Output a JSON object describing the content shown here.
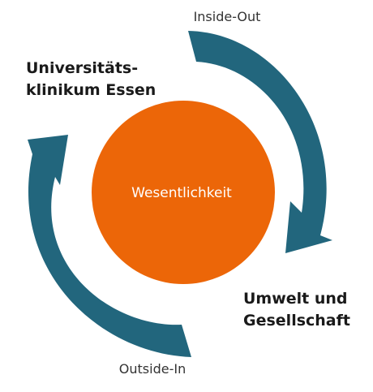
{
  "colors": {
    "arrow": "#22667d",
    "circle": "#ec6608",
    "center_text": "#ffffff",
    "text": "#1a1a1a"
  },
  "labels": {
    "top_arrow": "Inside-Out",
    "bottom_arrow": "Outside-In",
    "center": "Wesentlichkeit",
    "left_entity": [
      "Universitäts-",
      "klinikum Essen"
    ],
    "right_entity": [
      "Umwelt und",
      "Gesellschaft"
    ]
  },
  "icons": {
    "right_arrow": "clockwise-curved-arrow-icon",
    "left_arrow": "clockwise-curved-arrow-icon"
  }
}
